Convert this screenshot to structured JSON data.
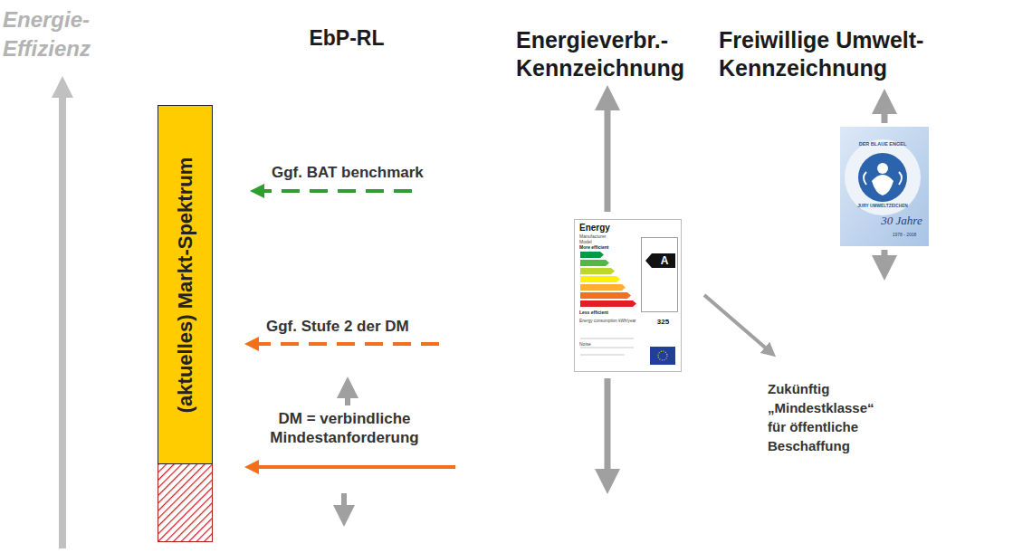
{
  "diagram": {
    "nodes": [
      {
        "text": [
          "(aktuelles) Markt-Spektrum"
        ]
      }
    ],
    "labels": [
      "Energie- Effizienz",
      "EbP-RL",
      "Energieverbr.- Kennzeichnung",
      "Freiwillige Umwelt- Kennzeichnung",
      "Ggf. BAT benchmark",
      "Ggf. Stufe 2 der DM",
      "DM = verbindliche Mindestanforderung",
      "Energy",
      "Manufacturer",
      "Model",
      "More efficient",
      "A",
      "Less efficient",
      "Energy consumption kWh/year",
      "325",
      "Noise",
      "DER BLAUE ENGEL",
      "JURY UMWELTZEICHEN",
      "30 Jahre",
      "1978 - 2008",
      "Zukünftig „Mindestklasse“ für öffentliche Beschaffung"
    ]
  }
}
